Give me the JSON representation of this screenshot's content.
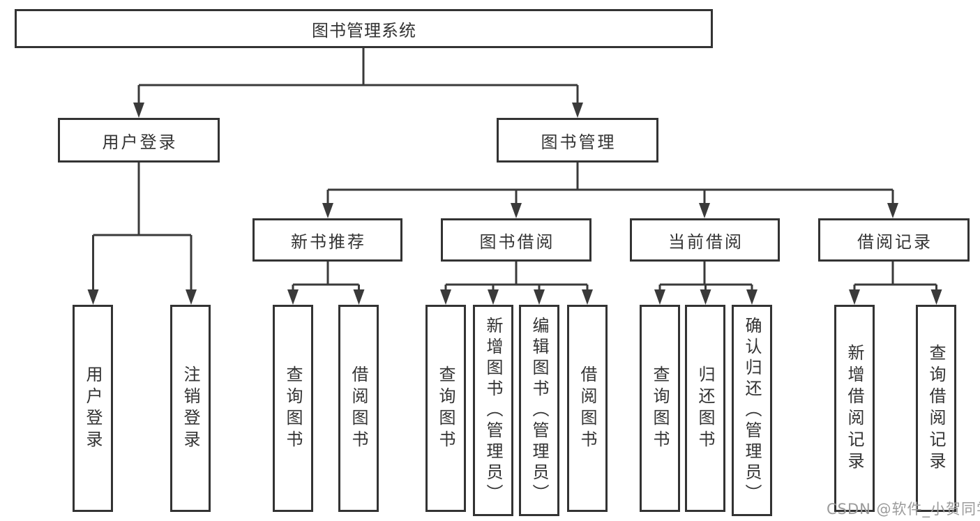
{
  "tree": {
    "label": "图书管理系统",
    "children": [
      {
        "label": "用户登录",
        "children": [
          {
            "label": "用户登录"
          },
          {
            "label": "注销登录"
          }
        ]
      },
      {
        "label": "图书管理",
        "children": [
          {
            "label": "新书推荐",
            "children": [
              {
                "label": "查询图书"
              },
              {
                "label": "借阅图书"
              }
            ]
          },
          {
            "label": "图书借阅",
            "children": [
              {
                "label": "查询图书"
              },
              {
                "label": "新增图书（管理员）"
              },
              {
                "label": "编辑图书（管理员）"
              },
              {
                "label": "借阅图书"
              }
            ]
          },
          {
            "label": "当前借阅",
            "children": [
              {
                "label": "查询图书"
              },
              {
                "label": "归还图书"
              },
              {
                "label": "确认归还（管理员）"
              }
            ]
          },
          {
            "label": "借阅记录",
            "children": [
              {
                "label": "新增借阅记录"
              },
              {
                "label": "查询借阅记录"
              }
            ]
          }
        ]
      }
    ]
  },
  "watermark": "CSDN @软件_小贺同学",
  "colors": {
    "line": "#3a3a3a",
    "border": "#333333",
    "text": "#333333",
    "watermark": "#9b9b9b",
    "background": "#ffffff"
  }
}
